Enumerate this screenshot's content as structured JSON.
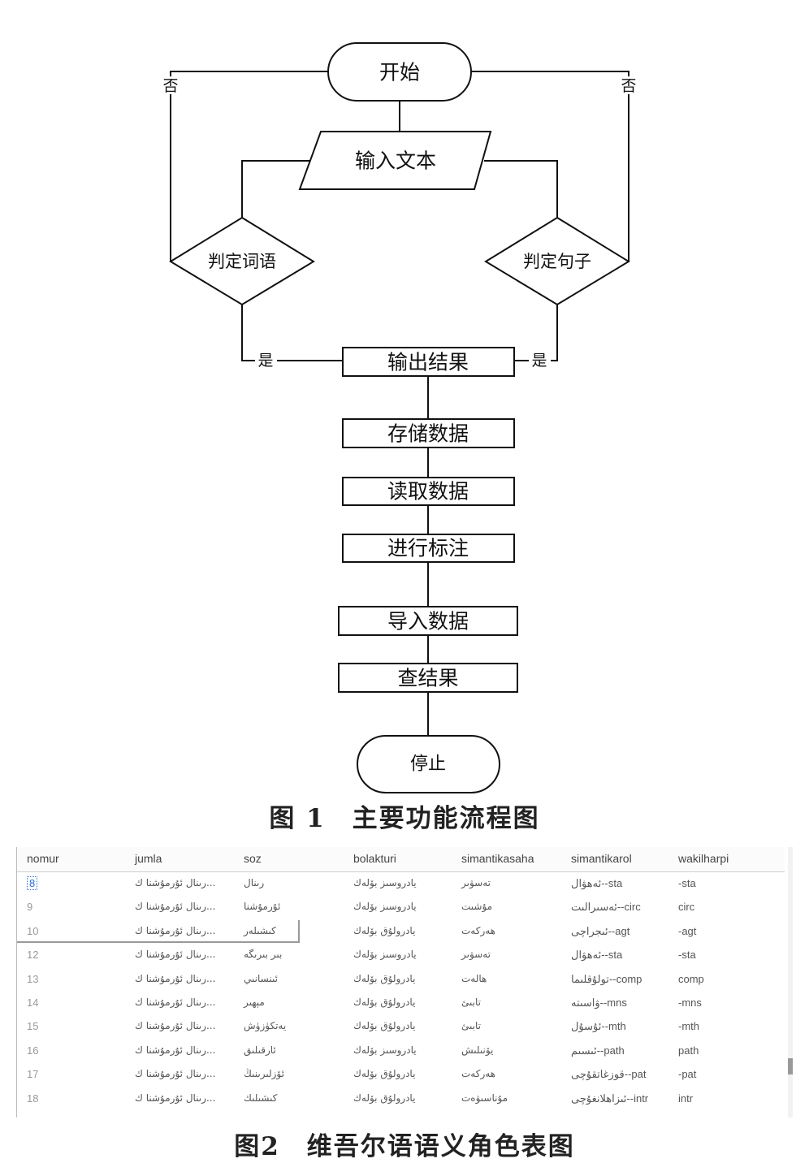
{
  "figure1": {
    "nodes": {
      "start": "开始",
      "input_text": "输入文本",
      "judge_word": "判定词语",
      "judge_sentence": "判定句子",
      "output_result": "输出结果",
      "store_data": "存储数据",
      "read_data": "读取数据",
      "annotate": "进行标注",
      "import_data": "导入数据",
      "query_result": "查结果",
      "stop": "停止"
    },
    "edge_labels": {
      "no": "否",
      "yes": "是"
    },
    "caption": "图 1　主要功能流程图"
  },
  "figure2": {
    "columns": [
      "nomur",
      "jumla",
      "soz",
      "bolakturi",
      "simantikasaha",
      "simantikarol",
      "wakilharpi"
    ],
    "rows": [
      [
        "8",
        "...رىنال ئۇرمۇشنا ك",
        "رىنال",
        "يادروسىز بۆلەك",
        "تەسۋىر",
        "ئەھۋال--sta",
        "-sta"
      ],
      [
        "9",
        "...رىنال ئۇرمۇشنا ك",
        "ئۇرمۇشنا",
        "يادروسىز بۆلەك",
        "مۇشىت",
        "ئەسىرالىت--circ",
        "circ"
      ],
      [
        "10",
        "...رىنال ئۇرمۇشنا ك",
        "كىشىلەر",
        "يادرولۇق بۆلەك",
        "ھەركەت",
        "ئىجراچى--agt",
        "-agt"
      ],
      [
        "12",
        "...رىنال ئۇرمۇشنا ك",
        "بىر بىرىگە",
        "يادروسىز بۆلەك",
        "تەسۋىر",
        "ئەھۋال--sta",
        "-sta"
      ],
      [
        "13",
        "...رىنال ئۇرمۇشنا ك",
        "ئىنسانىي",
        "يادرولۇق بۆلەك",
        "ھالەت",
        "تولۇقلىما--comp",
        "comp"
      ],
      [
        "14",
        "...رىنال ئۇرمۇشنا ك",
        "مېھىر",
        "يادرولۇق بۆلەك",
        "تابىئ",
        "ۋاسىتە--mns",
        "-mns"
      ],
      [
        "15",
        "...رىنال ئۇرمۇشنا ك",
        "يەتكۈزۈش",
        "يادرولۇق بۆلەك",
        "تابىئ",
        "ئۇسۇل--mth",
        "-mth"
      ],
      [
        "16",
        "...رىنال ئۇرمۇشنا ك",
        "ئارقىلىق",
        "يادروسىز بۆلەك",
        "يۆنىلىش",
        "ئىسىم--path",
        "path"
      ],
      [
        "17",
        "...رىنال ئۇرمۇشنا ك",
        "ئۆزلىرىنىڭ",
        "يادرولۇق بۆلەك",
        "ھەركەت",
        "قوزغاتقۇچى--pat",
        "-pat"
      ],
      [
        "18",
        "...رىنال ئۇرمۇشنا ك",
        "كىشىلىك",
        "يادرولۇق بۆلەك",
        "مۇناسىۋەت",
        "ئىزاھلانغۇچى--intr",
        "intr"
      ]
    ],
    "caption": "图2　维吾尔语语义角色表图"
  }
}
